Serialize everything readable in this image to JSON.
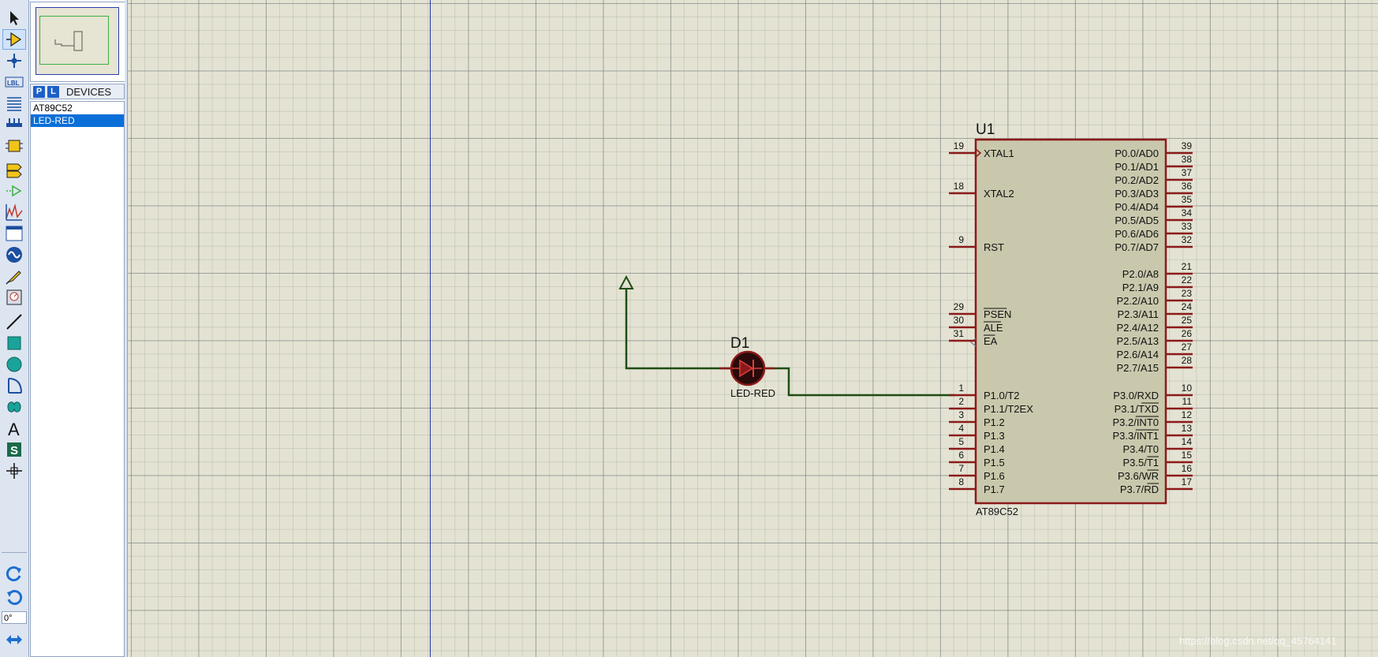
{
  "toolbar": {
    "tools": [
      {
        "name": "selection-mode-icon"
      },
      {
        "name": "component-mode-icon"
      },
      {
        "name": "junction-dot-icon"
      },
      {
        "name": "wire-label-icon"
      },
      {
        "name": "text-script-icon"
      },
      {
        "name": "buses-icon"
      },
      {
        "name": "subcircuit-icon"
      },
      {
        "name": "terminals-icon"
      },
      {
        "name": "device-pins-icon"
      },
      {
        "name": "graph-icon"
      },
      {
        "name": "tape-recorder-icon"
      },
      {
        "name": "generator-icon"
      },
      {
        "name": "voltage-probe-icon"
      },
      {
        "name": "virtual-instruments-icon"
      },
      {
        "name": "line-2d-icon"
      },
      {
        "name": "box-2d-icon"
      },
      {
        "name": "circle-2d-icon"
      },
      {
        "name": "arc-2d-icon"
      },
      {
        "name": "path-2d-icon"
      },
      {
        "name": "text-2d-icon"
      },
      {
        "name": "symbol-2d-icon"
      },
      {
        "name": "marker-2d-icon"
      }
    ],
    "rotate_cw": "rotate-clockwise-icon",
    "rotate_ccw": "rotate-anticlockwise-icon",
    "angle": "0°",
    "mirror": "mirror-icon"
  },
  "devices": {
    "p_button": "P",
    "l_button": "L",
    "title": "DEVICES",
    "items": [
      "AT89C52",
      "LED-RED"
    ],
    "selected": "LED-RED"
  },
  "schematic": {
    "led": {
      "ref": "D1",
      "value": "LED-RED"
    },
    "mcu": {
      "ref": "U1",
      "value": "AT89C52",
      "left_pins": [
        {
          "num": "19",
          "name": "XTAL1"
        },
        {
          "num": "18",
          "name": "XTAL2"
        },
        {
          "num": "9",
          "name": "RST"
        },
        {
          "num": "29",
          "name": "PSEN"
        },
        {
          "num": "30",
          "name": "ALE"
        },
        {
          "num": "31",
          "name": "EA"
        },
        {
          "num": "1",
          "name": "P1.0/T2"
        },
        {
          "num": "2",
          "name": "P1.1/T2EX"
        },
        {
          "num": "3",
          "name": "P1.2"
        },
        {
          "num": "4",
          "name": "P1.3"
        },
        {
          "num": "5",
          "name": "P1.4"
        },
        {
          "num": "6",
          "name": "P1.5"
        },
        {
          "num": "7",
          "name": "P1.6"
        },
        {
          "num": "8",
          "name": "P1.7"
        }
      ],
      "right_pins": [
        {
          "num": "39",
          "name": "P0.0/AD0"
        },
        {
          "num": "38",
          "name": "P0.1/AD1"
        },
        {
          "num": "37",
          "name": "P0.2/AD2"
        },
        {
          "num": "36",
          "name": "P0.3/AD3"
        },
        {
          "num": "35",
          "name": "P0.4/AD4"
        },
        {
          "num": "34",
          "name": "P0.5/AD5"
        },
        {
          "num": "33",
          "name": "P0.6/AD6"
        },
        {
          "num": "32",
          "name": "P0.7/AD7"
        },
        {
          "num": "21",
          "name": "P2.0/A8"
        },
        {
          "num": "22",
          "name": "P2.1/A9"
        },
        {
          "num": "23",
          "name": "P2.2/A10"
        },
        {
          "num": "24",
          "name": "P2.3/A11"
        },
        {
          "num": "25",
          "name": "P2.4/A12"
        },
        {
          "num": "26",
          "name": "P2.5/A13"
        },
        {
          "num": "27",
          "name": "P2.6/A14"
        },
        {
          "num": "28",
          "name": "P2.7/A15"
        },
        {
          "num": "10",
          "name": "P3.0/RXD"
        },
        {
          "num": "11",
          "name": "P3.1/TXD"
        },
        {
          "num": "12",
          "name": "P3.2/INT0"
        },
        {
          "num": "13",
          "name": "P3.3/INT1"
        },
        {
          "num": "14",
          "name": "P3.4/T0"
        },
        {
          "num": "15",
          "name": "P3.5/T1"
        },
        {
          "num": "16",
          "name": "P3.6/WR"
        },
        {
          "num": "17",
          "name": "P3.7/RD"
        }
      ]
    }
  },
  "watermark": "https://blog.csdn.net/qq_45764141",
  "colors": {
    "canvas": "#e4e3d3",
    "component_outline": "#8b1a1a",
    "component_fill": "#c9c8ac",
    "wire": "#1f4d14",
    "selected": "#0a6fd8"
  }
}
